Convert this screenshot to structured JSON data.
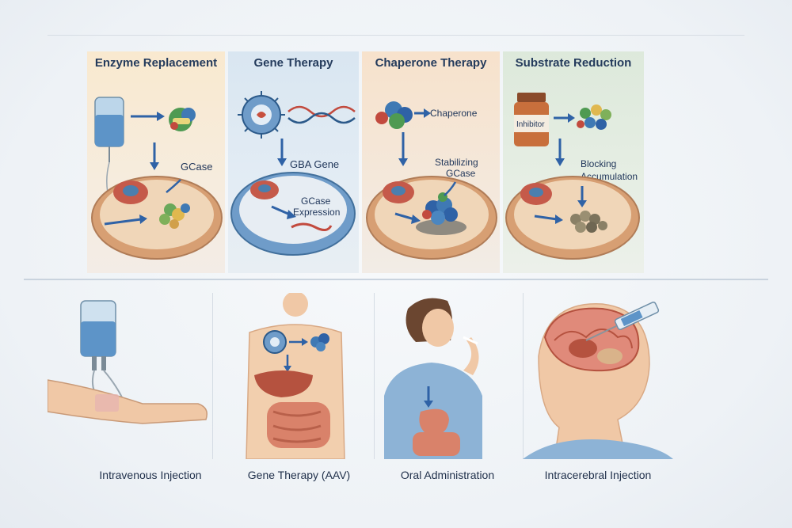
{
  "panels": {
    "enzyme": {
      "title": "Enzyme Replacement",
      "label_gcase": "GCase"
    },
    "gene": {
      "title": "Gene Therapy",
      "label_gba": "GBA Gene",
      "label_expr_1": "GCase",
      "label_expr_2": "Expression"
    },
    "chaperone": {
      "title": "Chaperone Therapy",
      "label_chaperone": "Chaperone",
      "label_stab_1": "Stabilizing",
      "label_stab_2": "GCase"
    },
    "substrate": {
      "title": "Substrate Reduction",
      "label_inhibitor": "Inhibitor",
      "label_block_1": "Blocking",
      "label_block_2": "Accumulation"
    }
  },
  "captions": {
    "iv": "Intravenous Injection",
    "aav": "Gene Therapy (AAV)",
    "oral": "Oral Administration",
    "intracerebral": "Intracerebral Injection"
  },
  "icons": [
    "iv-bag-icon",
    "enzyme-molecule-icon",
    "cell-icon",
    "aav-virus-icon",
    "dna-icon",
    "chaperone-molecule-icon",
    "inhibitor-bottle-icon",
    "syringe-icon",
    "brain-icon"
  ],
  "colors": {
    "arrow": "#2f62a6",
    "title": "#243b5c",
    "cell": "#e8c7a4"
  }
}
